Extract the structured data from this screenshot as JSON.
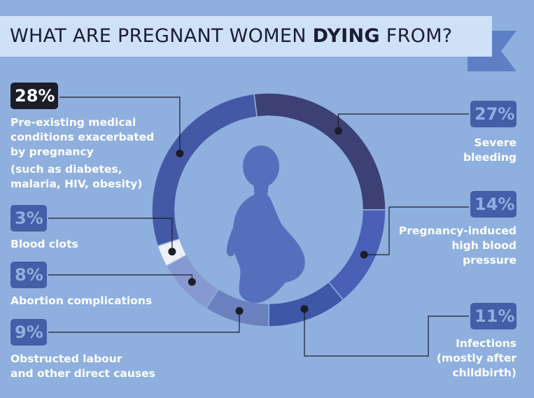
{
  "title": {
    "prefix": "WHAT ARE PREGNANT WOMEN ",
    "emphasis": "DYING",
    "suffix": " FROM?"
  },
  "colors": {
    "background": "#8fb0de",
    "banner": "#cfe1f7",
    "banner_tail": "#5f7fc4",
    "badge": "#445ea8",
    "badge_highlight": "#1b1d27",
    "silhouette": "#5470bd"
  },
  "icons": {
    "figure": "pregnant-woman-silhouette-icon"
  },
  "chart_data": {
    "type": "pie",
    "variant": "donut",
    "unit": "%",
    "slices": [
      {
        "value": 28,
        "label": "28%",
        "lines": [
          "Pre-existing medical",
          "conditions exacerbated",
          "by pregnancy",
          "(such as diabetes,",
          "malaria, HIV, obesity)"
        ],
        "color": "#4459a6"
      },
      {
        "value": 27,
        "label": "27%",
        "lines": [
          "Severe",
          "bleeding"
        ],
        "color": "#3c4074"
      },
      {
        "value": 14,
        "label": "14%",
        "lines": [
          "Pregnancy-induced",
          "high blood",
          "pressure"
        ],
        "color": "#4a60b6"
      },
      {
        "value": 11,
        "label": "11%",
        "lines": [
          "Infections",
          "(mostly after",
          "childbirth)"
        ],
        "color": "#3e57a7"
      },
      {
        "value": 9,
        "label": "9%",
        "lines": [
          "Obstructed labour",
          "and other direct causes"
        ],
        "color": "#6a80bf"
      },
      {
        "value": 8,
        "label": "8%",
        "lines": [
          "Abortion complications"
        ],
        "color": "#8799d1"
      },
      {
        "value": 3,
        "label": "3%",
        "lines": [
          "Blood clots"
        ],
        "color": "#eef0f8"
      }
    ]
  }
}
